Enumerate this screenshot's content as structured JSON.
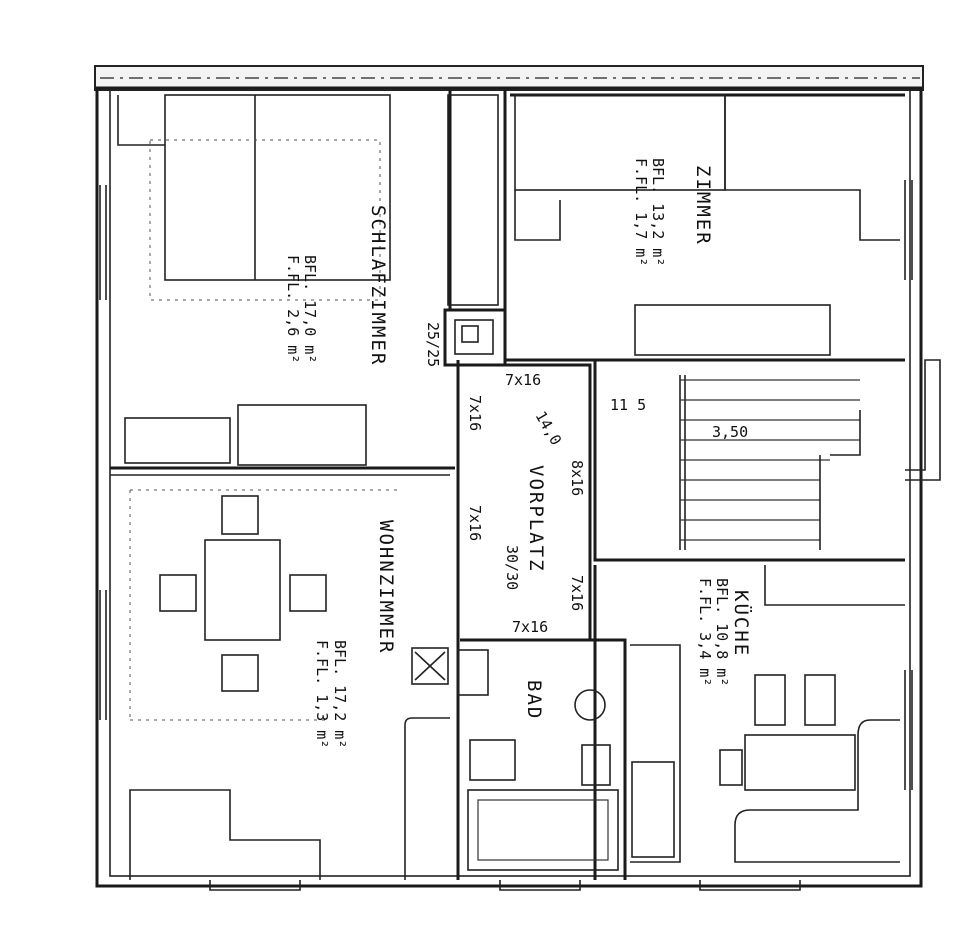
{
  "rooms": {
    "schlafzimmer": {
      "name": "SCHLAFZIMMER",
      "bfl": "BFL. 17,0 m²",
      "ffl": "F.FL. 2,6 m²"
    },
    "zimmer": {
      "name": "ZIMMER",
      "bfl": "BFL. 13,2 m²",
      "ffl": "F.FL. 1,7 m²"
    },
    "wohnzimmer": {
      "name": "WOHNZIMMER",
      "bfl": "BFL. 17,2 m²",
      "ffl": "F.FL. 1,3 m²"
    },
    "kueche": {
      "name": "KÜCHE",
      "bfl": "BFL. 10,8 m²",
      "ffl": "F.FL. 3,4 m²"
    },
    "vorplatz": {
      "name": "VORPLATZ",
      "size": "30/30"
    },
    "bad": {
      "name": "BAD"
    }
  },
  "notes": {
    "chimney": "25/25",
    "door_top": "7x16",
    "door_left1": "7x16",
    "door_left2": "7x16",
    "door_right1": "8x16",
    "door_right2": "7x16",
    "door_bottom": "7x16",
    "vorplatz_len": "14,0",
    "stair_a": "11 5",
    "stair_b": "3,50"
  }
}
